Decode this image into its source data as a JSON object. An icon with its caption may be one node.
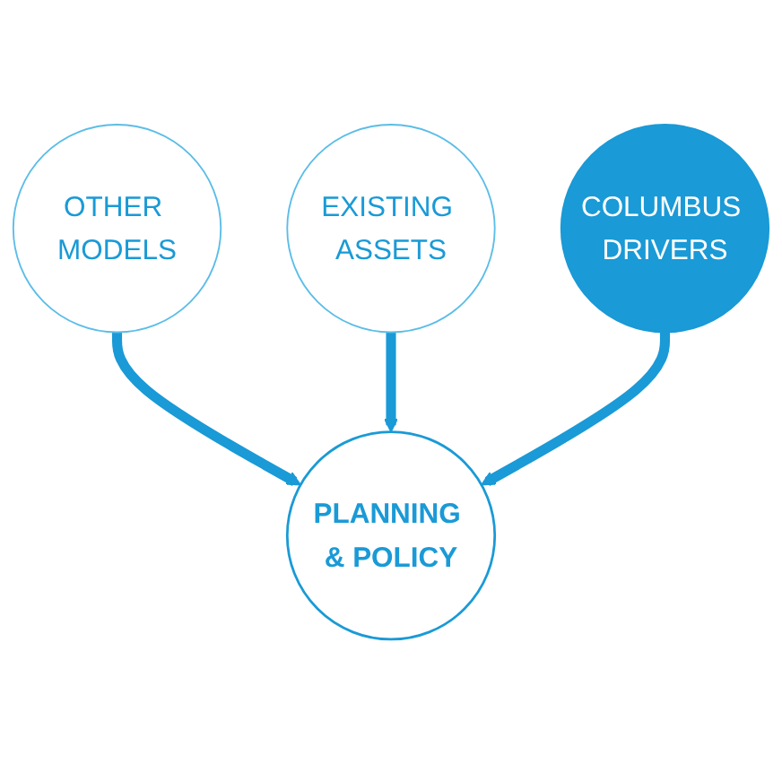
{
  "diagram": {
    "nodes": [
      {
        "text": [
          "OTHER MODELS"
        ]
      },
      {
        "text": [
          "PLANNING & POLICY"
        ]
      },
      {
        "text": [
          "EXISTING ASSETS"
        ]
      },
      {
        "text": [
          "COLUMBUS DRIVERS"
        ]
      }
    ],
    "edges": [
      {
        "from": 0,
        "to": 1,
        "arrow": "to"
      },
      {
        "from": 2,
        "to": 1,
        "arrow": "to"
      },
      {
        "from": 3,
        "to": 1,
        "arrow": "to"
      }
    ]
  }
}
